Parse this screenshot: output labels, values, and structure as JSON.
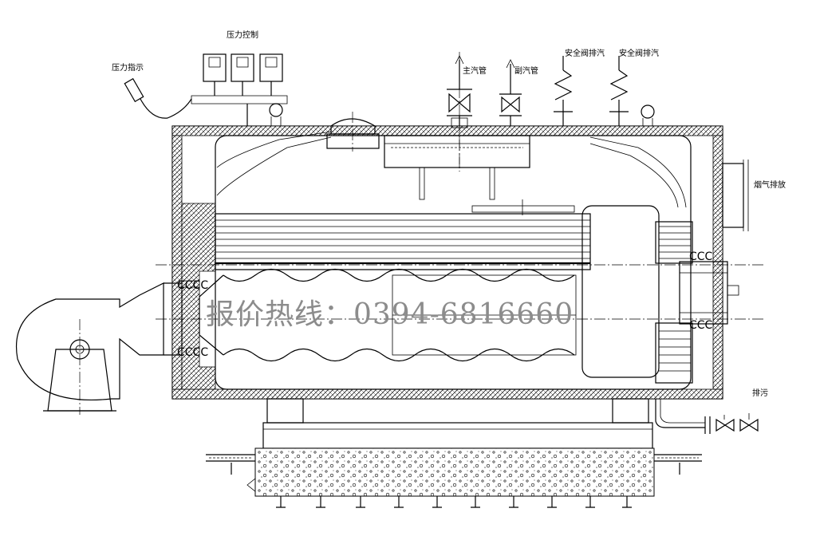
{
  "labels": {
    "pressure_control": "压力控制",
    "pressure_indicator": "压力指示",
    "main_steam_pipe": "主汽管",
    "aux_steam_pipe": "副汽管",
    "safety_valve_1": "安全阀排汽",
    "safety_valve_2": "安全阀排汽",
    "flue_gas_exhaust": "烟气排放",
    "blowdown": "排污"
  },
  "watermark": {
    "hotline": "报价热线：0394-6816660"
  },
  "colors": {
    "line": "#000000",
    "watermark": "#8c8c8c",
    "background": "#ffffff"
  },
  "icons": [
    "fan-icon",
    "valve-icon",
    "safety-valve-icon",
    "pressure-switch-icon",
    "pressure-gauge-icon"
  ]
}
